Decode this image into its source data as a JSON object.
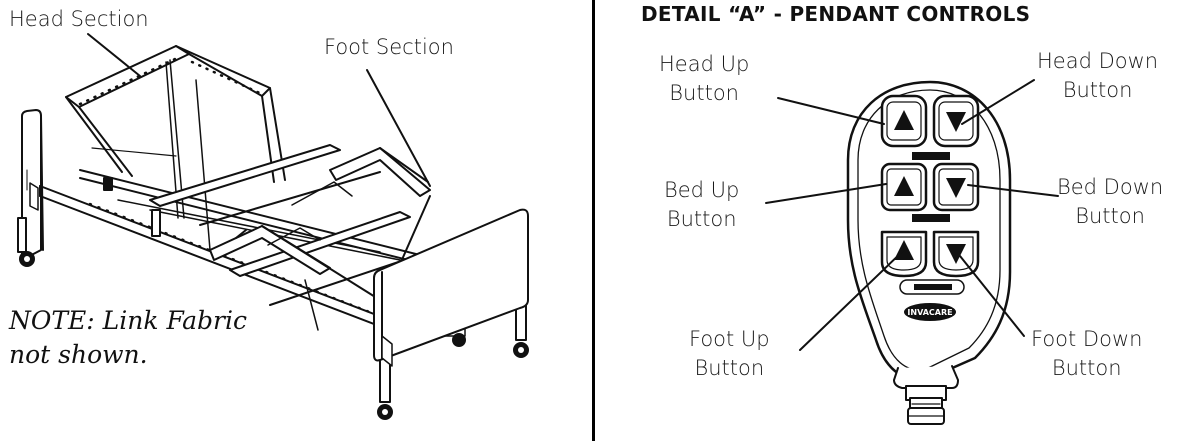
{
  "left": {
    "head_section_label": "Head Section",
    "foot_section_label": "Foot Section",
    "note_line1": "NOTE: Link Fabric",
    "note_line2": "not shown."
  },
  "right": {
    "title": "DETAIL “A” - PENDANT CONTROLS",
    "brand": "INVACARE",
    "buttons": {
      "head_up": [
        "Head Up",
        "Button"
      ],
      "head_down": [
        "Head Down",
        "Button"
      ],
      "bed_up": [
        "Bed Up",
        "Button"
      ],
      "bed_down": [
        "Bed Down",
        "Button"
      ],
      "foot_up": [
        "Foot Up",
        "Button"
      ],
      "foot_down": [
        "Foot Down",
        "Button"
      ]
    }
  }
}
